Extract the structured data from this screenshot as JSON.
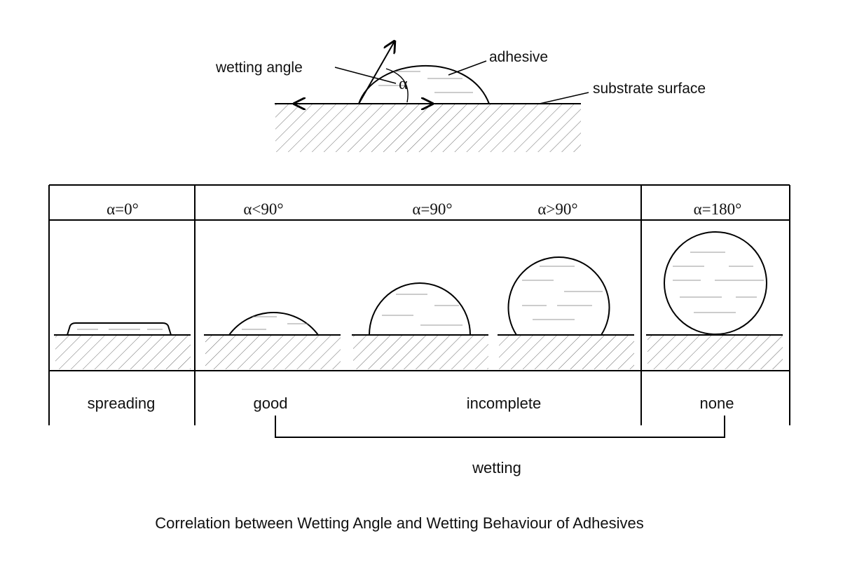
{
  "top_diagram": {
    "label_wetting_angle": "wetting angle",
    "label_adhesive": "adhesive",
    "label_substrate": "substrate surface",
    "label_alpha": "α"
  },
  "table": {
    "headers": [
      "α=0°",
      "α<90°",
      "α=90°",
      "α>90°",
      "α=180°"
    ],
    "behaviours": [
      "spreading",
      "good",
      "incomplete",
      "none"
    ]
  },
  "bracket_label": "wetting",
  "caption": "Correlation between Wetting Angle and Wetting Behaviour of Adhesives"
}
